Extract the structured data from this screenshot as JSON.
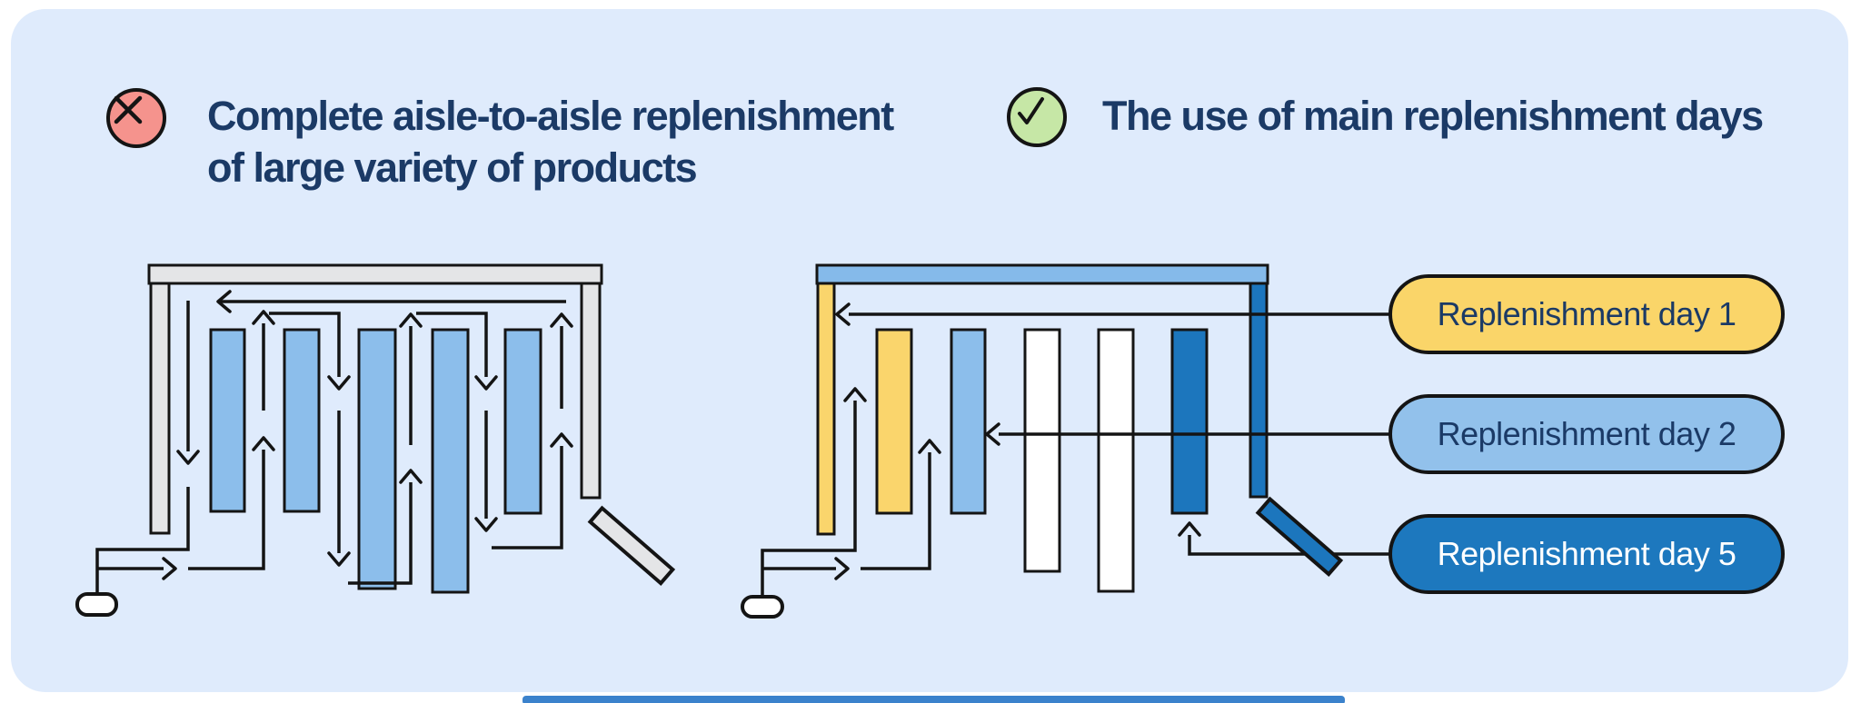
{
  "header_left": {
    "icon": "x-circle",
    "title_line1": "Complete aisle-to-aisle replenishment",
    "title_line2": "of large variety of products"
  },
  "header_right": {
    "icon": "check-circle",
    "title": "The use of main replenishment days"
  },
  "legend": [
    {
      "label": "Replenishment day 1",
      "color": "#FAD569",
      "text_color": "#1B3A66"
    },
    {
      "label": "Replenishment day 2",
      "color": "#92C1EB",
      "text_color": "#1B3A66"
    },
    {
      "label": "Replenishment day 5",
      "color": "#1D78BE",
      "text_color": "#FFFFFF"
    }
  ],
  "diagrams": {
    "left": {
      "meaning": "aisle-to-aisle serpentine replenishment route",
      "aisles": 5,
      "aisle_color": "#8CBEEB",
      "wall_color": "#E4E5E7"
    },
    "right": {
      "meaning": "replenishment grouped by main days",
      "aisles": 5,
      "aisle_colors": [
        "#FAD56C",
        "#8CBEEB",
        "#FFFFFF",
        "#FFFFFF",
        "#1C76BD"
      ]
    }
  },
  "colors": {
    "card_bg": "#DFEBFC",
    "navy": "#1B3A66",
    "outline": "#141414",
    "gray": "#E4E5E7",
    "light_blue": "#8CBEEB",
    "top_bar_blue": "#85BAEA",
    "yellow": "#FAD56C",
    "dark_blue": "#1C76BD",
    "white": "#FFFFFF",
    "red_icon": "#F5938D",
    "green_icon": "#C6E7A6",
    "pill_yellow": "#FAD569",
    "pill_blue": "#92C1EB",
    "pill_dark": "#1D78BE",
    "bottom_strip": "#3B82CC"
  }
}
